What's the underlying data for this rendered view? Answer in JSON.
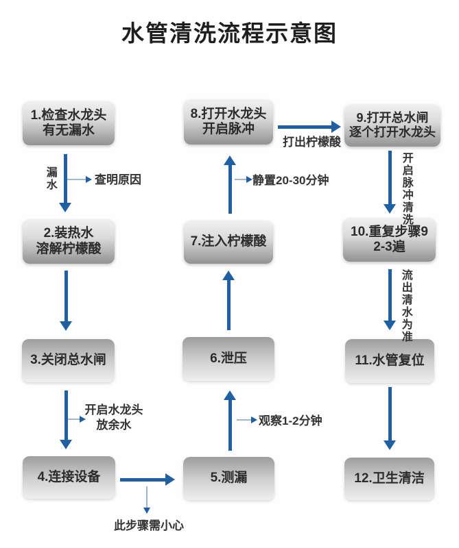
{
  "title": "水管清洗流程示意图",
  "boxes": [
    {
      "l1": "1.检查水龙头",
      "l2": "有无漏水"
    },
    {
      "l1": "2.装热水",
      "l2": "溶解柠檬酸"
    },
    {
      "l1": "3.关闭总水闸"
    },
    {
      "l1": "4.连接设备"
    },
    {
      "l1": "5.测漏"
    },
    {
      "l1": "6.泄压"
    },
    {
      "l1": "7.注入柠檬酸"
    },
    {
      "l1": "8.打开水龙头",
      "l2": "开启脉冲"
    },
    {
      "l1": "9.打开总水闸",
      "l2": "逐个打开水龙头"
    },
    {
      "l1": "10.重复步骤9",
      "l2": "2-3遍"
    },
    {
      "l1": "11.水管复位"
    },
    {
      "l1": "12.卫生清洁"
    }
  ],
  "annotations": {
    "leak": "漏水",
    "find_cause": "查明原因",
    "open_faucet_l1": "开启水龙头",
    "open_faucet_l2": "放余水",
    "careful": "此步骤需小心",
    "observe": "观察1-2分钟",
    "rest": "静置20-30分钟",
    "citric_out": "打出柠檬酸",
    "pulse_clean": "开启脉冲清洗",
    "clear_water": "流出清水为准"
  },
  "colors": {
    "arrow_main": "#1f5fa2",
    "arrow_branch_stem": "#9cb6d4",
    "box_gradient_dark": "#929292",
    "box_gradient_light": "#f1f1f1",
    "box_text": "#2b2b2b",
    "label_text": "#333333",
    "title_text": "#1e1e1e",
    "background": "#fefefe"
  }
}
